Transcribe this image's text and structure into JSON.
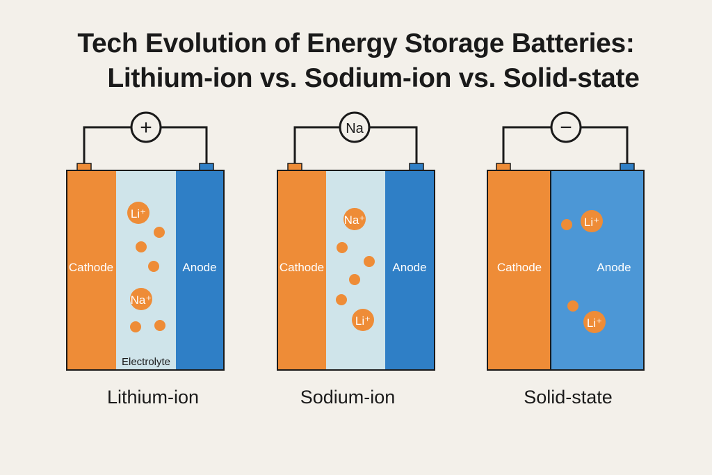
{
  "title": {
    "line1": "Tech Evolution of Energy Storage Batteries:",
    "line2": "Lithium-ion vs. Sodium-ion vs. Solid-state"
  },
  "colors": {
    "background": "#f3f0ea",
    "cathode": "#ee8c37",
    "anode": "#2f7fc6",
    "anode_solid": "#4c97d6",
    "electrolyte": "#cfe4ea",
    "ion": "#ee8c37",
    "wire": "#1a1a1a"
  },
  "batteries": [
    {
      "name": "Lithium-ion",
      "terminal_symbol": "+",
      "cathode_label": "Cathode",
      "anode_label": "Anode",
      "electrolyte_label": "Electrolyte",
      "ions": [
        "Li⁺",
        "Na⁺"
      ]
    },
    {
      "name": "Sodium-ion",
      "terminal_symbol": "Na",
      "cathode_label": "Cathode",
      "anode_label": "Anode",
      "ions": [
        "Na⁺",
        "Li⁺"
      ]
    },
    {
      "name": "Solid-state",
      "terminal_symbol": "−",
      "cathode_label": "Cathode",
      "anode_label": "Anode",
      "ions": [
        "Li⁺",
        "Li⁺"
      ]
    }
  ]
}
